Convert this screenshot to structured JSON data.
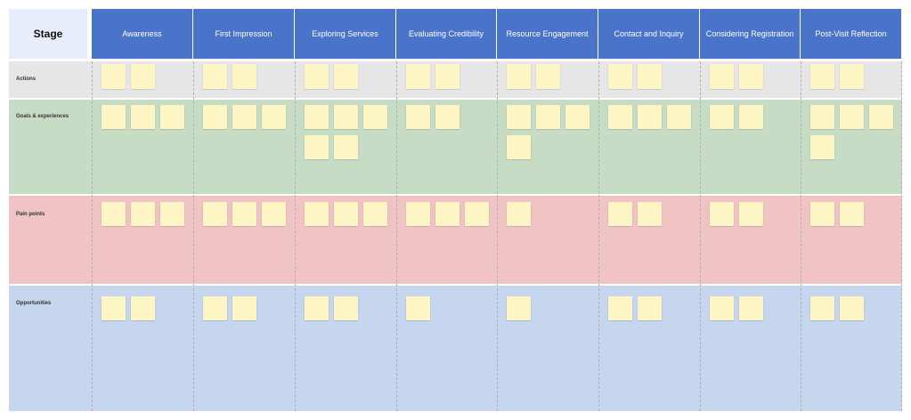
{
  "stage_label": "Stage",
  "stages": [
    "Awareness",
    "First Impression",
    "Exploring Services",
    "Evaluating Credibility",
    "Resource Engagement",
    "Contact and Inquiry",
    "Considering Registration",
    "Post-Visit Reflection"
  ],
  "rows": [
    {
      "key": "actions",
      "label": "Actions",
      "counts": [
        2,
        2,
        2,
        2,
        2,
        2,
        2,
        2
      ]
    },
    {
      "key": "goals",
      "label": "Goals & experiences",
      "counts": [
        3,
        3,
        5,
        2,
        4,
        3,
        2,
        4
      ]
    },
    {
      "key": "pain",
      "label": "Pain points",
      "counts": [
        3,
        3,
        3,
        3,
        1,
        2,
        2,
        2
      ]
    },
    {
      "key": "opps",
      "label": "Opportunities",
      "counts": [
        2,
        2,
        2,
        1,
        1,
        2,
        2,
        2
      ]
    }
  ],
  "colors": {
    "header": "#4a74c9",
    "stage_cell": "#e8ecfb",
    "actions_band": "#e6e6e6",
    "goals_band": "#c7dcc4",
    "pain_band": "#f0c4c5",
    "opportunities_band": "#c5d6ee",
    "sticky_note": "#fdf6c4"
  }
}
